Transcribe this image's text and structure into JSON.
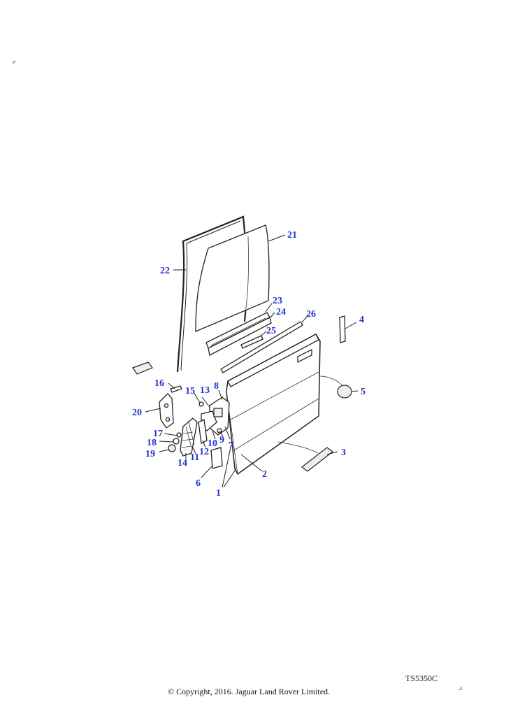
{
  "diagram": {
    "callouts": [
      "1",
      "2",
      "3",
      "4",
      "5",
      "6",
      "7",
      "8",
      "9",
      "10",
      "11",
      "12",
      "13",
      "14",
      "15",
      "16",
      "17",
      "18",
      "19",
      "20",
      "21",
      "22",
      "23",
      "24",
      "25",
      "26"
    ],
    "colors": {
      "callout": "#1f35c8",
      "line": "#222222"
    }
  },
  "footer": {
    "ref_code": "TS5350C",
    "copyright": "© Copyright, 2016. Jaguar Land Rover Limited."
  }
}
